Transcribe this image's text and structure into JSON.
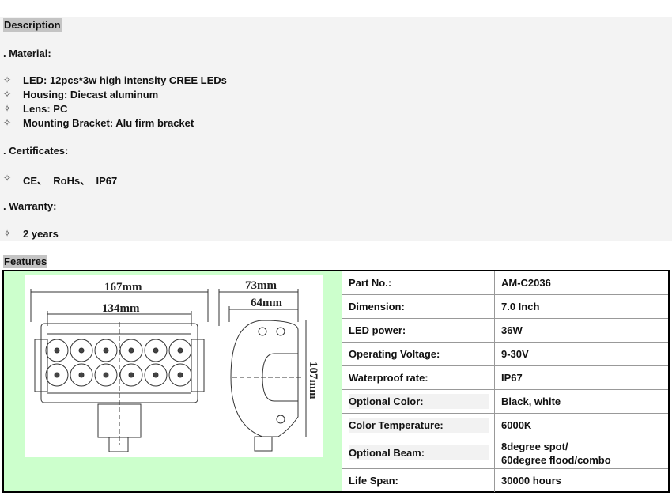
{
  "description": {
    "heading": "Description",
    "material": {
      "title": ". Material:",
      "items": [
        "LED: 12pcs*3w high intensity CREE LEDs",
        "Housing: Diecast aluminum",
        "Lens: PC",
        "Mounting Bracket: Alu firm bracket"
      ]
    },
    "certificates": {
      "title": ". Certificates:",
      "items": [
        "CE、  RoHs、  IP67"
      ]
    },
    "warranty": {
      "title": ". Warranty:",
      "items": [
        "2 years"
      ]
    },
    "bullet": "✧"
  },
  "features": {
    "heading": "Features",
    "drawing": {
      "width": "167mm",
      "inner_width": "134mm",
      "depth": "73mm",
      "inner_depth": "64mm",
      "height": "107mm"
    },
    "specs": [
      {
        "label": "Part No.:",
        "value": "AM-C2036"
      },
      {
        "label": "Dimension:",
        "value": "7.0 Inch"
      },
      {
        "label": "LED power:",
        "value": "36W"
      },
      {
        "label": "Operating Voltage:",
        "value": "9-30V"
      },
      {
        "label": "Waterproof rate:",
        "value": "IP67"
      },
      {
        "label": "Optional Color:",
        "value": "Black, white"
      },
      {
        "label": "Color Temperature:",
        "value": "6000K"
      },
      {
        "label": "Optional Beam:",
        "value": "8degree spot/",
        "value2": "60degree flood/combo"
      },
      {
        "label": "Life Span:",
        "value": "30000 hours"
      }
    ]
  }
}
